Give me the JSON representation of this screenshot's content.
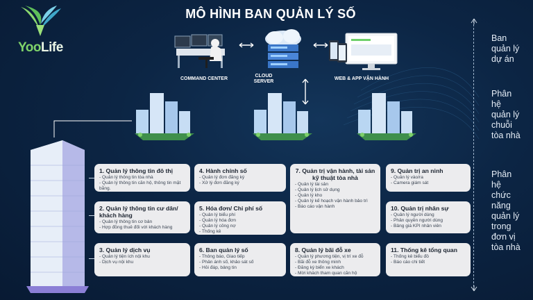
{
  "logo": {
    "part1": "Yoo",
    "part2": "Life"
  },
  "title": "MÔ HÌNH BAN QUẢN LÝ SỐ",
  "top_icons": [
    {
      "label": "COMMAND CENTER"
    },
    {
      "label": "CLOUD SERVER"
    },
    {
      "label": "WEB & APP VẬN HÀNH"
    }
  ],
  "right_labels": [
    {
      "lines": [
        "Ban",
        "quản lý",
        "dự án"
      ]
    },
    {
      "lines": [
        "Phân",
        "hệ",
        "quản lý",
        "chuỗi",
        "tòa nhà"
      ]
    },
    {
      "lines": [
        "Phân",
        "hệ",
        "chức",
        "năng",
        "quản lý",
        "trong",
        "đơn vị",
        "tòa nhà"
      ]
    }
  ],
  "boxes": [
    {
      "title": "1. Quản lý thông tin đô thị",
      "items": [
        "Quản lý thông tin tòa nhà",
        "Quản lý thông tin căn hộ, thông tin mặt bằng."
      ]
    },
    {
      "title": "2. Quản lý thông tin cư dân/ khách hàng",
      "items": [
        "Quản lý thông tin cơ bản",
        "Hợp đồng thuê đối với khách hàng"
      ]
    },
    {
      "title": "3. Quản lý dịch vụ",
      "items": [
        "Quản lý tiện ích nội khu",
        "Dịch vụ nội khu"
      ]
    },
    {
      "title": "4. Hành chính số",
      "items": [
        "Quản lý đơn đăng ký",
        "Xử lý đơn đăng ký"
      ]
    },
    {
      "title": "5. Hóa đơn/ Chi phí số",
      "items": [
        "Quản lý biểu phí",
        "Quản lý hóa đơn",
        "Quản lý công nợ",
        "Thống kê"
      ]
    },
    {
      "title": "6. Ban quản lý số",
      "items": [
        "Thông báo, Giao tiếp",
        "Phản ánh số, khảo sát số",
        "Hỏi đáp, bảng tin"
      ]
    },
    {
      "title": "7. Quản trị vận hành, tài sản kỹ thuật tòa nhà",
      "items": [
        "Quản lý tài sản",
        "Quản lý lịch sử dụng",
        "Quản lý kho",
        "Quản lý kế hoạch vận hành bảo trì",
        "Báo cáo vận hành"
      ]
    },
    {
      "title": "8. Quản lý bãi đỗ xe",
      "items": [
        "Quản lý phương tiện, vị trí xe đỗ",
        "Bãi đỗ xe thông minh",
        "Đăng ký biển xe khách",
        "Mời khách tham quan căn hộ"
      ]
    },
    {
      "title": "9. Quản trị an ninh",
      "items": [
        "Quản lý vào/ra",
        "Camera giám sát"
      ]
    },
    {
      "title": "10. Quản trị nhân sự",
      "items": [
        "Quản lý người dùng",
        "Phân quyền người dùng",
        "Bảng giá KPI nhân viên"
      ]
    },
    {
      "title": "11. Thống kê tổng quan",
      "items": [
        "Thống kê biểu đồ",
        "Báo cáo chi tiết"
      ]
    }
  ]
}
